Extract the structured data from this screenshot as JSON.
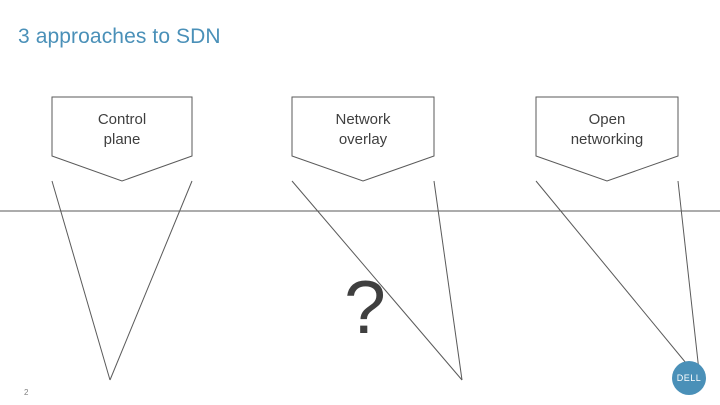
{
  "slide": {
    "title": "3 approaches to SDN",
    "page_number": "2",
    "question_mark": "?",
    "logo_text": "DELL",
    "title_color": "#4a90b8",
    "text_color": "#3f3f3f",
    "line_color": "#5a5a5a"
  },
  "banners": [
    {
      "line1": "Control",
      "line2": "plane"
    },
    {
      "line1": "Network",
      "line2": "overlay"
    },
    {
      "line1": "Open",
      "line2": "networking"
    }
  ]
}
